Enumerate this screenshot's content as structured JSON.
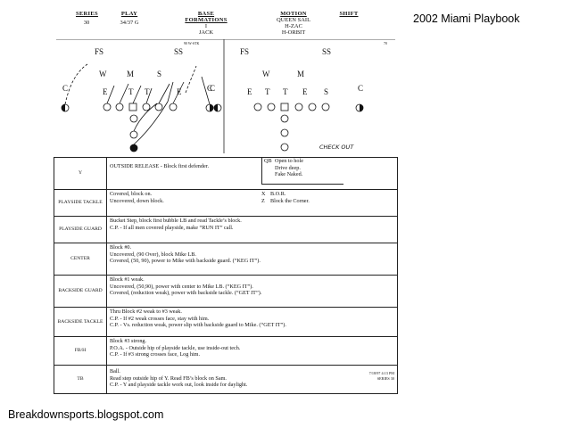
{
  "corner_title": "2002 Miami Playbook",
  "footer": "Breakdownsports.blogspot.com",
  "header": {
    "series_label": "SERIES",
    "series_value": "30",
    "play_label": "PLAY",
    "play_value": "34/37 G",
    "formation_label": "BASE FORMATIONS",
    "formation_value_1": "I",
    "formation_value_2": "JACK",
    "motion_label": "MOTION",
    "motion_values": [
      "QUEEN SAIL",
      "H-ZAC",
      "H-ORBIT"
    ],
    "shift_label": "SHIFT"
  },
  "diagram": {
    "left": {
      "tag": "90 W-STK",
      "labels": [
        "FS",
        "SS",
        "W",
        "M",
        "S",
        "C",
        "E",
        "T",
        "T",
        "E",
        "C"
      ]
    },
    "right": {
      "tag": "70",
      "labels": [
        "FS",
        "SS",
        "W",
        "M",
        "C",
        "E",
        "T",
        "T",
        "E",
        "S",
        "C"
      ]
    },
    "note": "CHECK OUT"
  },
  "rows": [
    {
      "pos": "Y",
      "lines": [
        "OUTSIDE RELEASE - Block first defender."
      ]
    },
    {
      "pos": "PLAYSIDE TACKLE",
      "lines": [
        "Covered, block on.",
        "Uncovered, down block."
      ]
    },
    {
      "pos": "PLAYSIDE GUARD",
      "lines": [
        "Bucket Step, block first bubble LB and read Tackle’s block.",
        "C.P. - If all men covered playside, make “RUN IT” call."
      ]
    },
    {
      "pos": "CENTER",
      "lines": [
        "Block #0.",
        "Uncovered, (90 Over), block Mike LB.",
        "Covered, (50, 90), power to Mike with backside guard. (“KEG IT”)."
      ]
    },
    {
      "pos": "BACKSIDE GUARD",
      "lines": [
        "Block #1 weak.",
        "Uncovered, (50,90), power with center to Mike LB. (“KEG IT”).",
        "Covered, (reduction weak), power with backside tackle. (“GET IT”)."
      ]
    },
    {
      "pos": "BACKSIDE TACKLE",
      "lines": [
        "Thru Block #2 weak to #3 weak.",
        "C.P. - If #2 weak crosses face, stay with him.",
        "C.P. - Vs. reduction weak, power slip with backside guard to Mike. (“GET IT”)."
      ]
    },
    {
      "pos": "FB/H",
      "lines": [
        "Block #3 strong.",
        "P.O.A. - Outside hip of playside tackle, use inside-out tech.",
        "C.P. - If #3 strong crosses face, Log him."
      ]
    },
    {
      "pos": "TB",
      "lines": [
        "Ball.",
        "Read step outside hip of Y.  Read FB’s block on Sam.",
        "C.P. - Y and playside tackle work out, look inside for daylight."
      ]
    }
  ],
  "qb": {
    "key": "QB",
    "lines": [
      "Open to hole",
      "Drive deep.",
      "Fake Naked."
    ]
  },
  "xz": [
    {
      "key": "X",
      "text": "B.O.R."
    },
    {
      "key": "Z",
      "text": "Block the Corner."
    }
  ],
  "tb_note": [
    "7/18/97 4:13 PM",
    "SERIES 30"
  ]
}
